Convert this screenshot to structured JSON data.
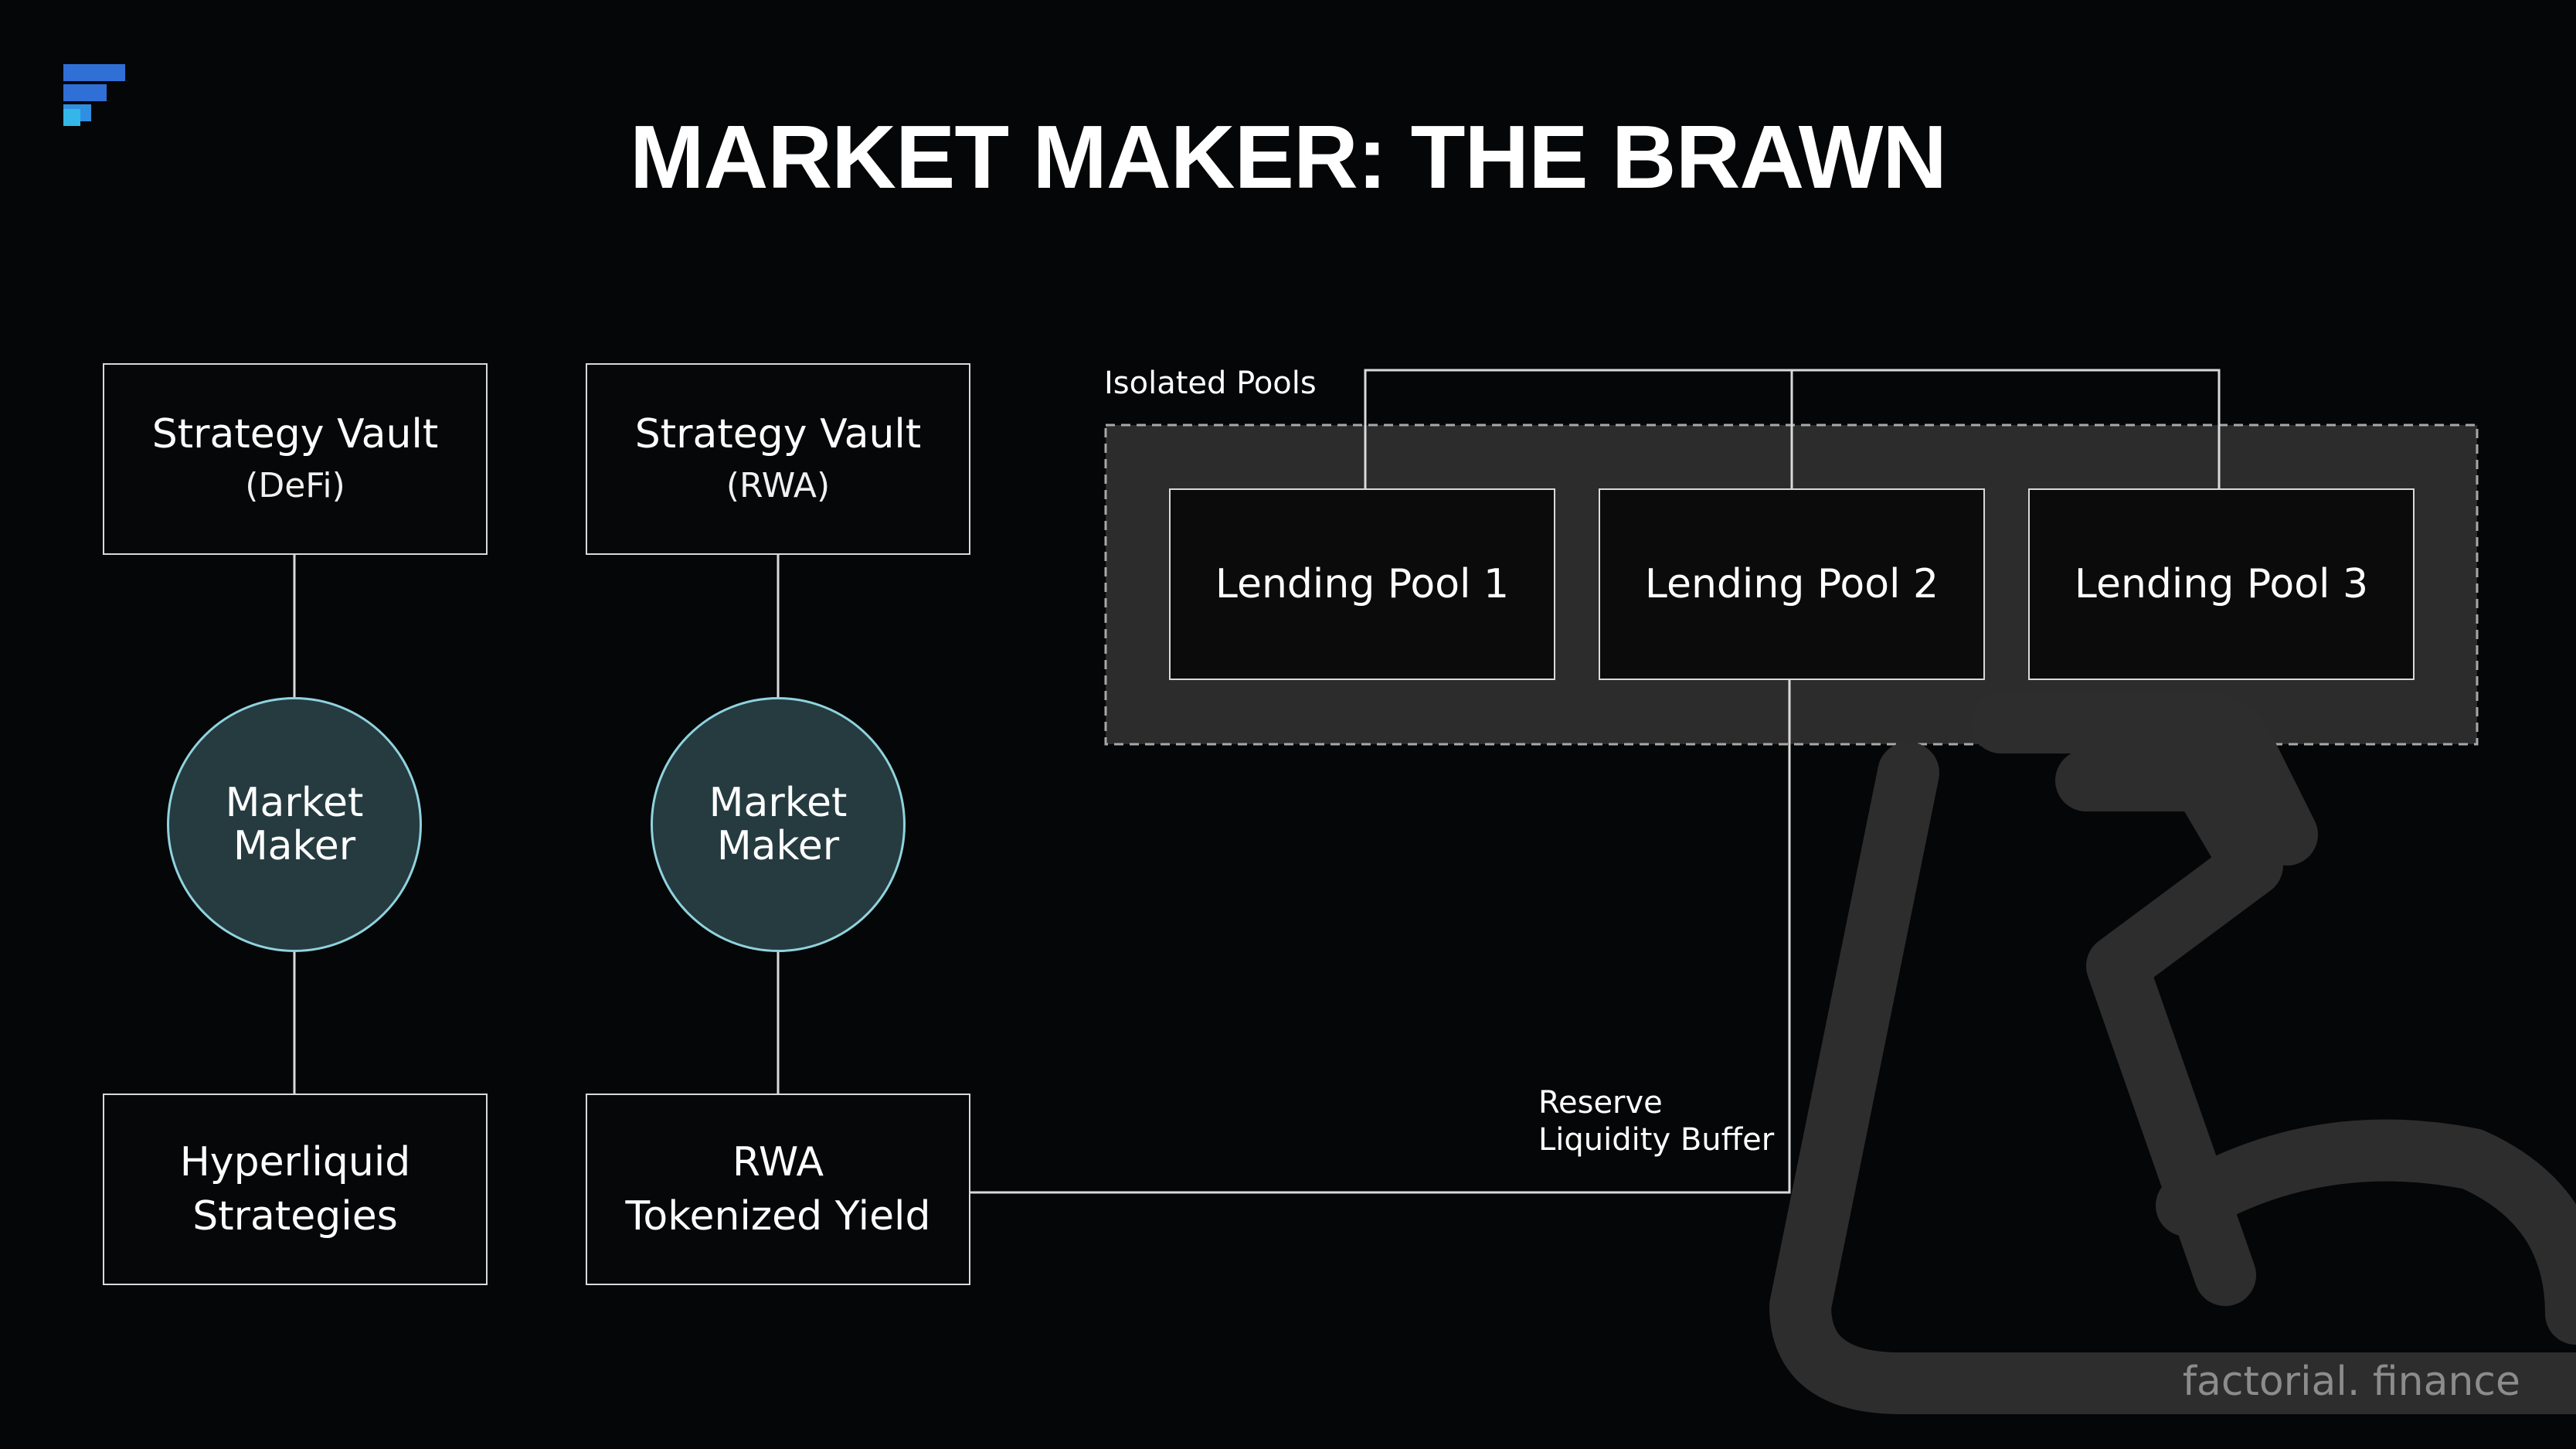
{
  "title": "MARKET MAKER: THE BRAWN",
  "strategy_vaults": [
    {
      "label": "Strategy Vault",
      "sub": "(DeFi)"
    },
    {
      "label": "Strategy Vault",
      "sub": "(RWA)"
    }
  ],
  "market_makers": [
    {
      "line1": "Market",
      "line2": "Maker"
    },
    {
      "line1": "Market",
      "line2": "Maker"
    }
  ],
  "bottom_boxes": [
    {
      "line1": "Hyperliquid",
      "line2": "Strategies"
    },
    {
      "line1": "RWA",
      "line2": "Tokenized Yield"
    }
  ],
  "isolated_pools": {
    "label": "Isolated Pools",
    "pools": [
      "Lending Pool 1",
      "Lending Pool 2",
      "Lending Pool 3"
    ]
  },
  "reserve": {
    "line1": "Reserve",
    "line2": "Liquidity Buffer"
  },
  "brand": {
    "text": "factorial. finance",
    "logo_icon": "factorial-logo-icon",
    "watermark_icon": "flexed-arm-icon"
  },
  "colors": {
    "background": "#050607",
    "circle_fill": "#253b40",
    "circle_stroke": "#8fd3de",
    "logo_blue": "#2f6fd6",
    "logo_cyan": "#34b7e8"
  }
}
